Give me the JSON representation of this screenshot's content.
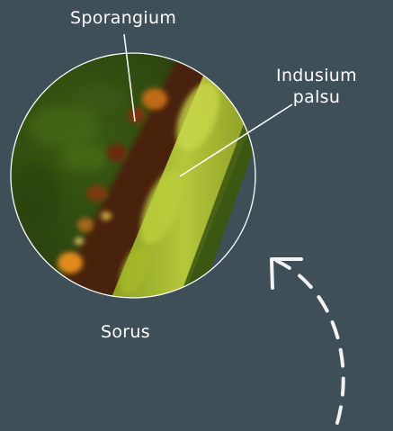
{
  "labels": {
    "sporangium": "Sporangium",
    "indusium_line1": "Indusium",
    "indusium_line2": "palsu",
    "sorus": "Sorus"
  },
  "colors": {
    "background": "#3f4f58",
    "text": "#ffffff",
    "leaf_dark": "#2f4a12",
    "leaf_mid": "#3f5e16",
    "sorus_brown": "#5a2a0c",
    "indusium_yellow": "#a8bd2a",
    "highlight_orange": "#e88a1e"
  }
}
